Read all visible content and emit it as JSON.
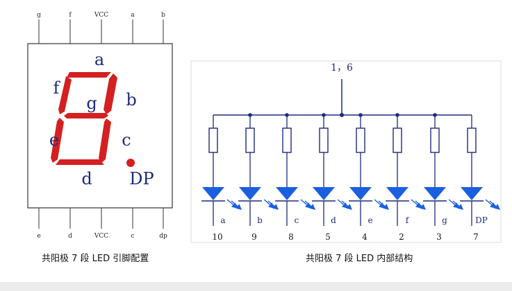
{
  "left_diagram": {
    "top_pins": [
      "g",
      "f",
      "VCC",
      "a",
      "b"
    ],
    "bottom_pins": [
      "e",
      "d",
      "VCC",
      "c",
      "dp"
    ],
    "segment_labels": {
      "a": "a",
      "b": "b",
      "c": "c",
      "d": "d",
      "e": "e",
      "f": "f",
      "g": "g",
      "dp": "DP"
    },
    "segment_color": "#d42020",
    "label_color": "#1c2a7a",
    "caption": "共阳极 7 段 LED 引脚配置"
  },
  "right_diagram": {
    "common_pin": "1，6",
    "leds": [
      {
        "label": "a",
        "pin": "10"
      },
      {
        "label": "b",
        "pin": "9"
      },
      {
        "label": "c",
        "pin": "8"
      },
      {
        "label": "d",
        "pin": "5"
      },
      {
        "label": "e",
        "pin": "4"
      },
      {
        "label": "f",
        "pin": "2"
      },
      {
        "label": "g",
        "pin": "3"
      },
      {
        "label": "DP",
        "pin": "7"
      }
    ],
    "wire_color": "#1c2a7a",
    "led_color": "#1a5fe0",
    "caption": "共阳极 7 段 LED 内部结构"
  }
}
